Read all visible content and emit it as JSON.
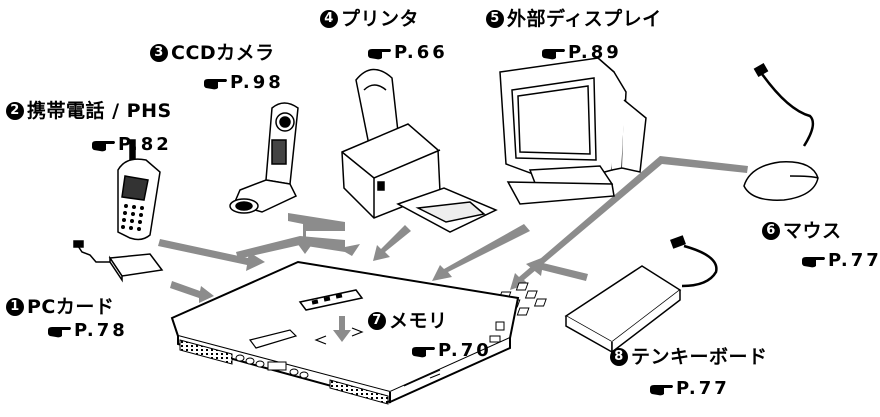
{
  "items": [
    {
      "num": "1",
      "label": "PCカード",
      "page": "P.78"
    },
    {
      "num": "2",
      "label": "携帯電話 / PHS",
      "page": "P.82"
    },
    {
      "num": "3",
      "label": "CCDカメラ",
      "page": "P.98"
    },
    {
      "num": "4",
      "label": "プリンタ",
      "page": "P.66"
    },
    {
      "num": "5",
      "label": "外部ディスプレイ",
      "page": "P.89"
    },
    {
      "num": "6",
      "label": "マウス",
      "page": "P.77"
    },
    {
      "num": "7",
      "label": "メモリ",
      "page": "P.70"
    },
    {
      "num": "8",
      "label": "テンキーボード",
      "page": "P.77"
    }
  ],
  "colors": {
    "arrow": "#8c8c8c",
    "line": "#000000",
    "fill": "#ffffff"
  },
  "icons": [
    "pointing-hand-icon"
  ]
}
